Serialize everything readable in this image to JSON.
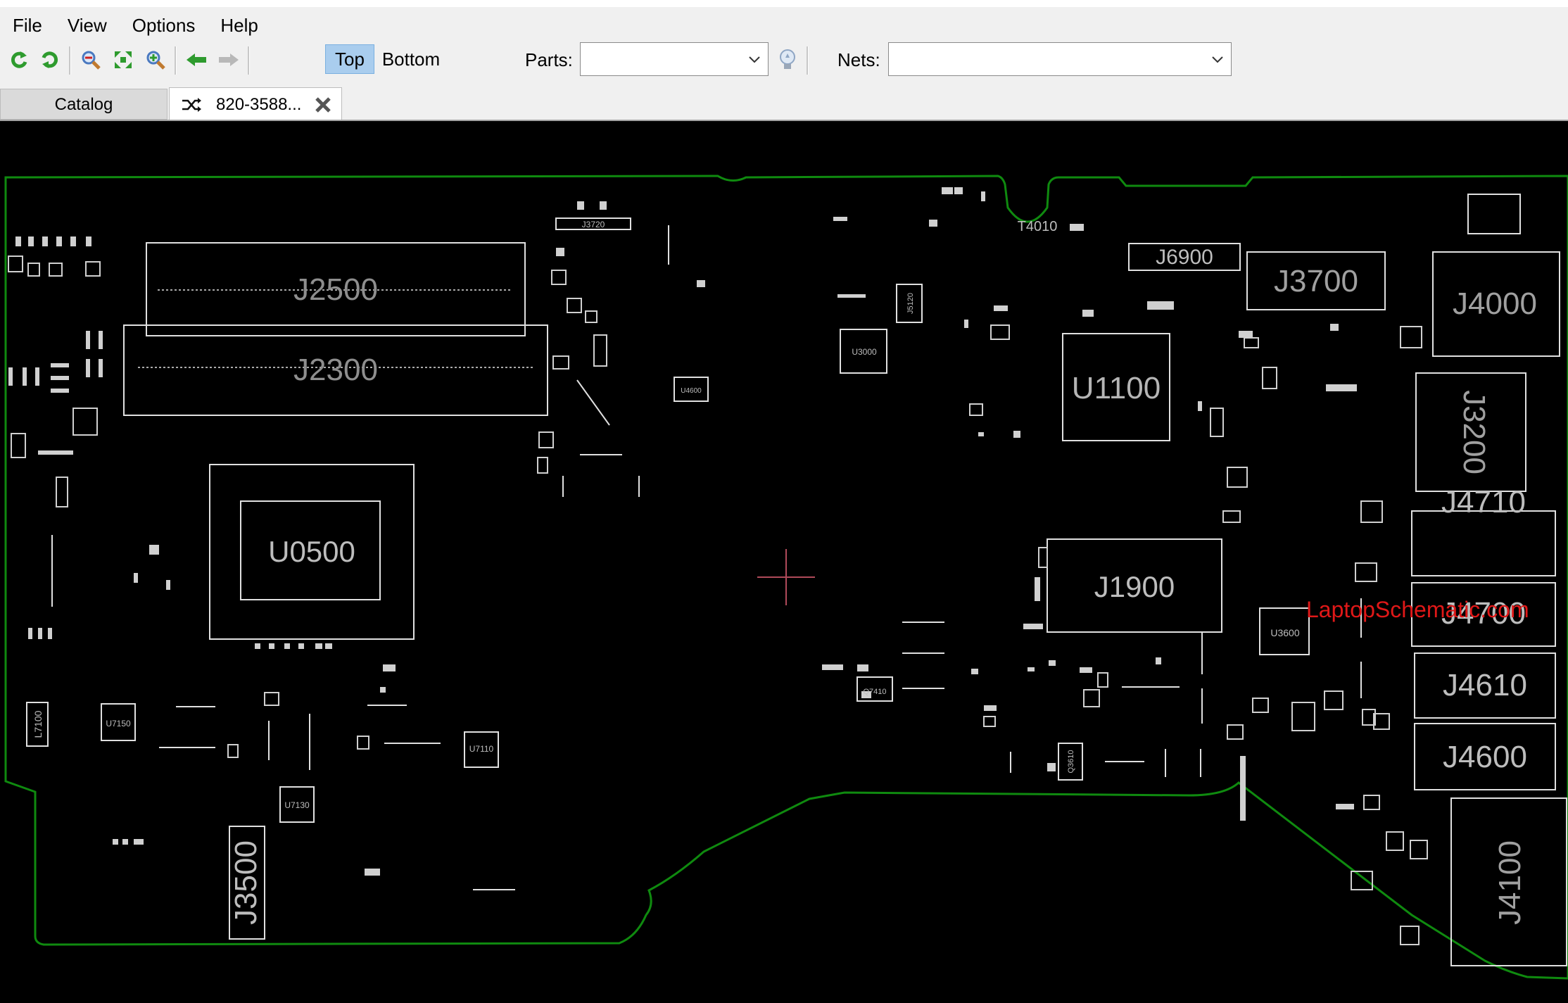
{
  "menu": {
    "items": [
      "File",
      "View",
      "Options",
      "Help"
    ]
  },
  "toolbar": {
    "side_top": "Top",
    "side_bottom": "Bottom",
    "parts_label": "Parts:",
    "parts_value": "",
    "nets_label": "Nets:",
    "nets_value": ""
  },
  "tabs": {
    "catalog": "Catalog",
    "active": "820-3588..."
  },
  "board": {
    "labels": {
      "J2500": "J2500",
      "J2300": "J2300",
      "U0500": "U0500",
      "U1100": "U1100",
      "J1900": "J1900",
      "J6900": "J6900",
      "J3700": "J3700",
      "J4000": "J4000",
      "J3200": "J3200",
      "J4710": "J4710",
      "J4700": "J4700",
      "J4610": "J4610",
      "J4600": "J4600",
      "J4100": "J4100",
      "J3500": "J3500",
      "L7100": "L7100",
      "T4010": "T4010",
      "J3720": "J3720",
      "J5120": "J5120",
      "U3600": "U3600",
      "U7150": "U7150",
      "U7110": "U7110",
      "U7130": "U7130",
      "U3000": "U3000",
      "U4600": "U4600",
      "Q7410": "Q7410",
      "Q3610": "Q3610"
    },
    "watermark": "LaptopSchematic.com"
  },
  "colors": {
    "outline": "#0f8a0f",
    "silkscreen": "#e0e0e0",
    "label": "#8e8e8e",
    "selected_tab": "#a9cdee",
    "watermark": "#e01818"
  }
}
